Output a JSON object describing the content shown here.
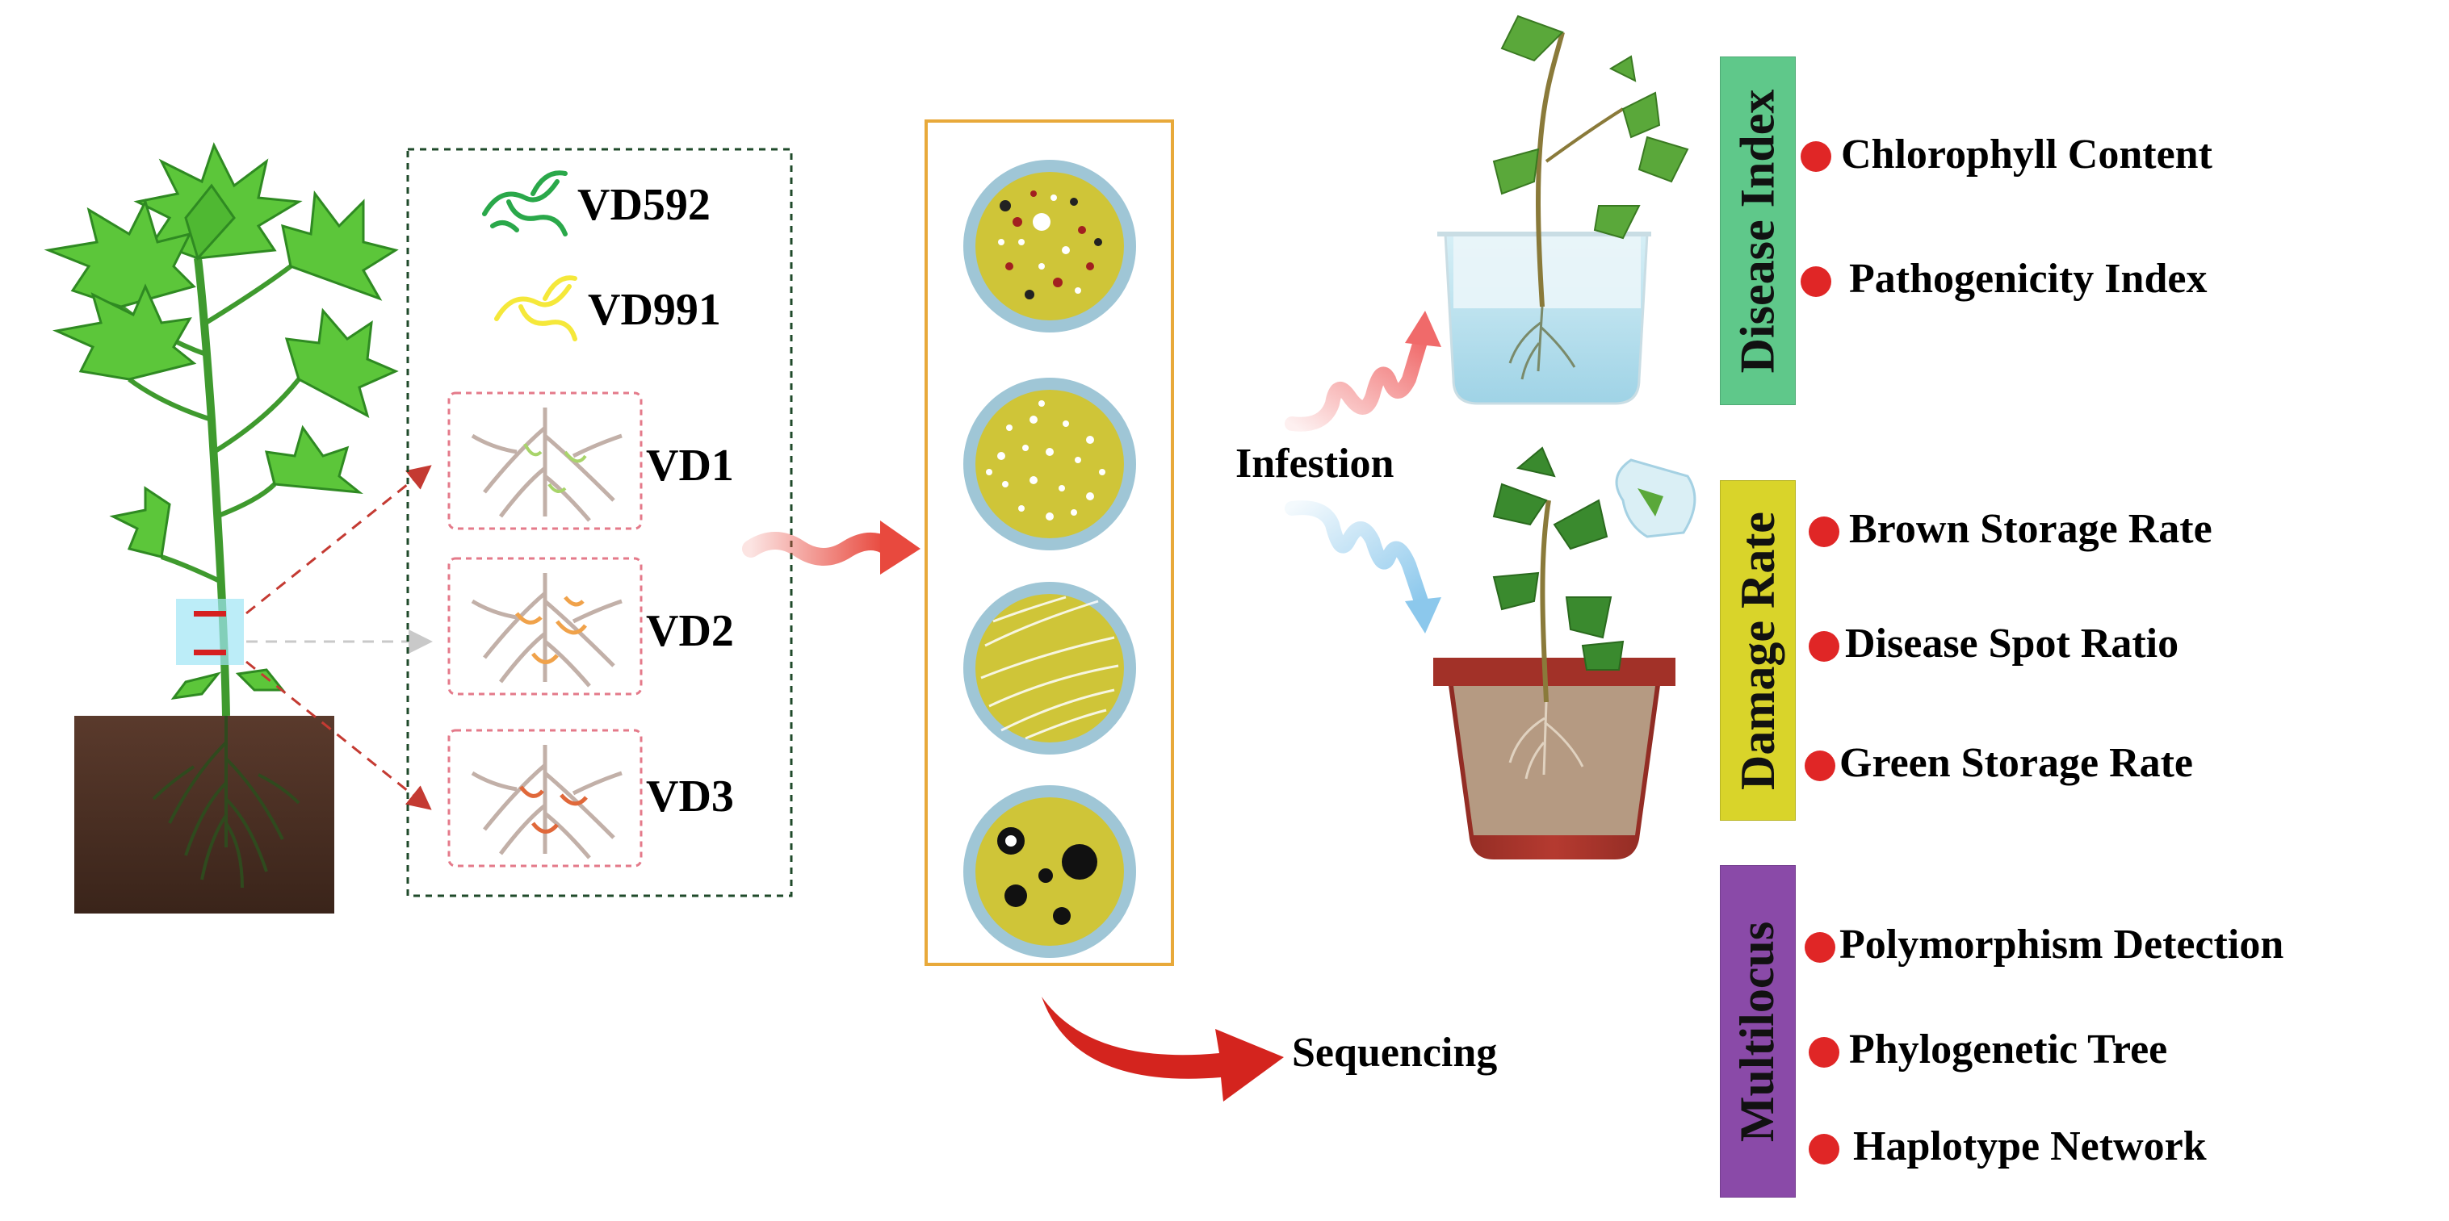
{
  "strains": {
    "vd592": "VD592",
    "vd991": "VD991",
    "vd1": "VD1",
    "vd2": "VD2",
    "vd3": "VD3"
  },
  "flow": {
    "infestation": "Infestion",
    "sequencing": "Sequencing"
  },
  "groups": {
    "disease_index": {
      "title": "Disease Index",
      "color": "#5fc88a",
      "items": [
        "Chlorophyll Content",
        "Pathogenicity Index"
      ]
    },
    "damage_rate": {
      "title": "Damage Rate",
      "color": "#d9d42a",
      "items": [
        "Brown Storage Rate",
        "Disease Spot Ratio",
        "Green Storage Rate"
      ]
    },
    "multilocus": {
      "title": "Multilocus",
      "color": "#8a4aa8",
      "items": [
        "Polymorphism Detection",
        "Phylogenetic Tree",
        "Haplotype Network"
      ]
    }
  },
  "colors": {
    "bullet": "#e02626",
    "leaf": "#5cc63a",
    "soil": "#4a2e22",
    "agar": "#cfc538",
    "flow_arrow": "#e8493e",
    "infest_up": "#f06a6a",
    "infest_down": "#8cc8ec"
  }
}
